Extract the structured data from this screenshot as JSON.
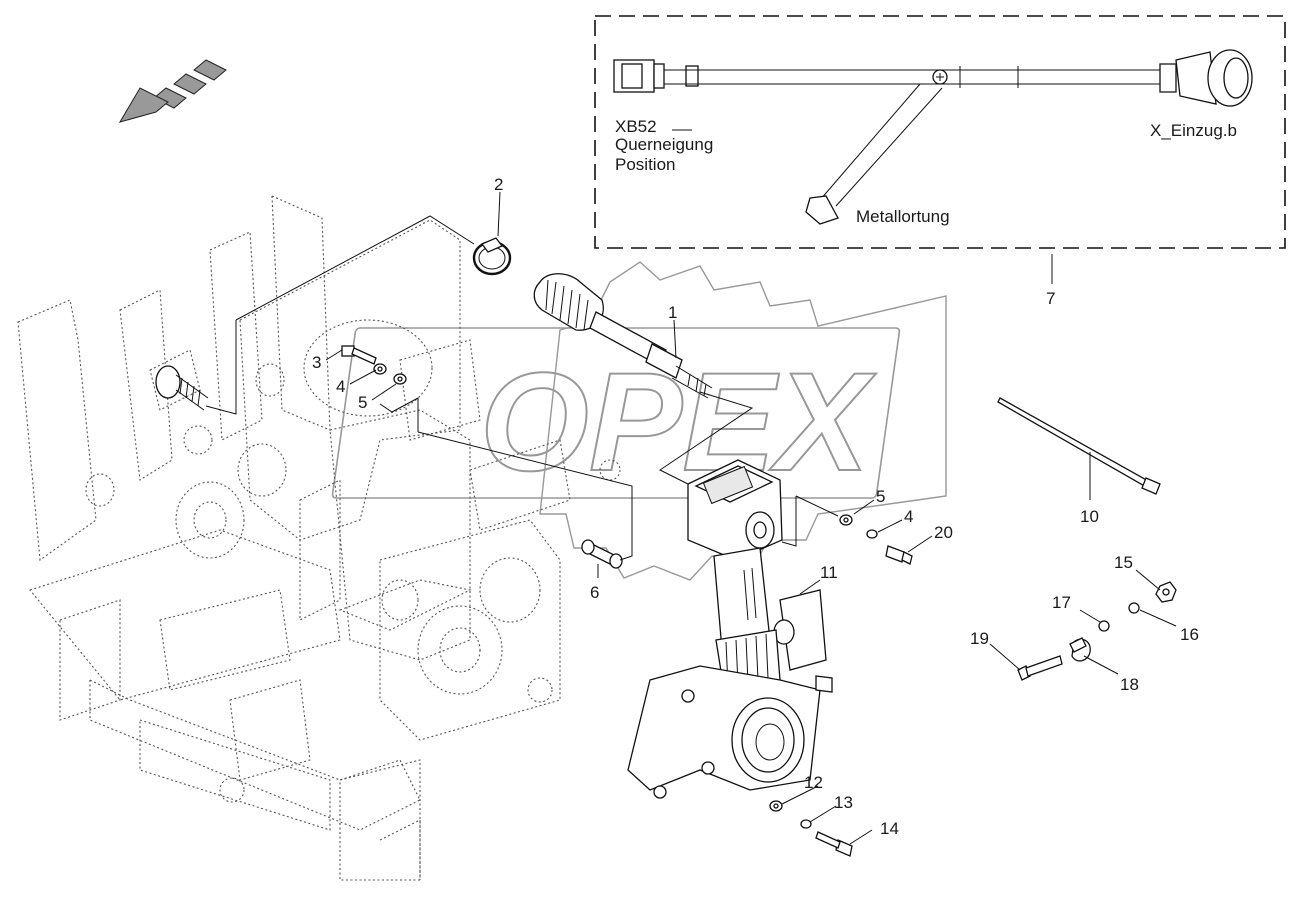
{
  "diagram": {
    "callouts": [
      {
        "id": "c1",
        "text": "1"
      },
      {
        "id": "c2",
        "text": "2"
      },
      {
        "id": "c3",
        "text": "3"
      },
      {
        "id": "c4a",
        "text": "4"
      },
      {
        "id": "c5a",
        "text": "5"
      },
      {
        "id": "c5b",
        "text": "5"
      },
      {
        "id": "c4b",
        "text": "4"
      },
      {
        "id": "c20",
        "text": "20"
      },
      {
        "id": "c6",
        "text": "6"
      },
      {
        "id": "c7",
        "text": "7"
      },
      {
        "id": "c10",
        "text": "10"
      },
      {
        "id": "c11",
        "text": "11"
      },
      {
        "id": "c12",
        "text": "12"
      },
      {
        "id": "c13",
        "text": "13"
      },
      {
        "id": "c14",
        "text": "14"
      },
      {
        "id": "c15",
        "text": "15"
      },
      {
        "id": "c16",
        "text": "16"
      },
      {
        "id": "c17",
        "text": "17"
      },
      {
        "id": "c18",
        "text": "18"
      },
      {
        "id": "c19",
        "text": "19"
      }
    ],
    "harness_labels": {
      "connector_code": "XB52",
      "connector_name_line1": "Querneigung",
      "connector_name_line2": "Position",
      "end_connector": "X_Einzug.b",
      "branch": "Metallortung"
    },
    "watermark": "OPEX"
  }
}
